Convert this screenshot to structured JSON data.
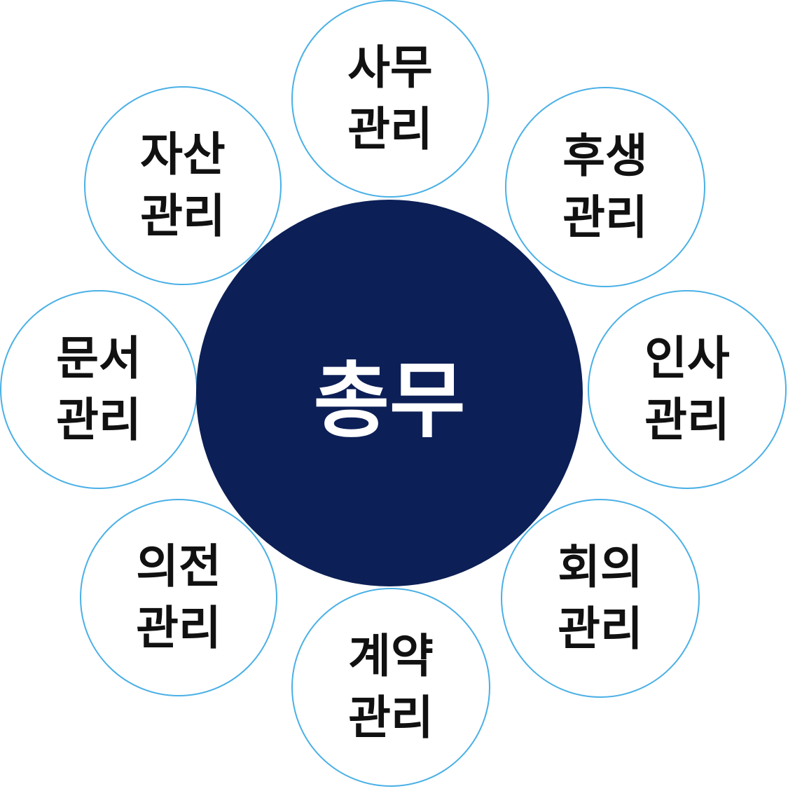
{
  "colors": {
    "center_fill": "#0c1f56",
    "center_text": "#ffffff",
    "satellite_border": "#4ab0e6",
    "satellite_text": "#111111"
  },
  "center": {
    "label": "총무"
  },
  "satellites": [
    {
      "line1": "사무",
      "line2": "관리"
    },
    {
      "line1": "후생",
      "line2": "관리"
    },
    {
      "line1": "인사",
      "line2": "관리"
    },
    {
      "line1": "회의",
      "line2": "관리"
    },
    {
      "line1": "계약",
      "line2": "관리"
    },
    {
      "line1": "의전",
      "line2": "관리"
    },
    {
      "line1": "문서",
      "line2": "관리"
    },
    {
      "line1": "자산",
      "line2": "관리"
    }
  ]
}
